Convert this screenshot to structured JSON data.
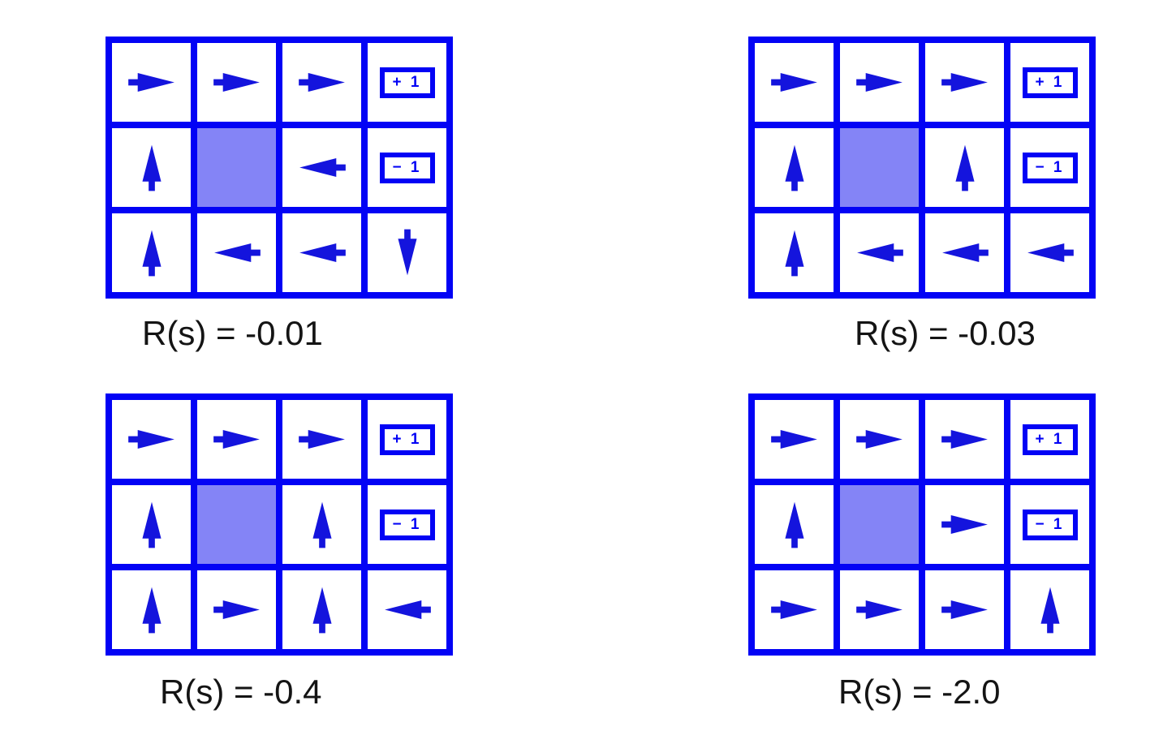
{
  "colors": {
    "grid_blue": "#0303f5",
    "arrow_blue": "#1414dd",
    "wall_fill": "#8484f6",
    "caption_color": "#141414",
    "background": "#ffffff"
  },
  "terminals": {
    "plus_label": "+ 1",
    "minus_label": "− 1"
  },
  "grids": [
    {
      "caption": "R(s) = -0.01",
      "cells": [
        [
          "right",
          "right",
          "right",
          "plus"
        ],
        [
          "up",
          "wall",
          "left",
          "minus"
        ],
        [
          "up",
          "left",
          "left",
          "down"
        ]
      ]
    },
    {
      "caption": "R(s) = -0.03",
      "cells": [
        [
          "right",
          "right",
          "right",
          "plus"
        ],
        [
          "up",
          "wall",
          "up",
          "minus"
        ],
        [
          "up",
          "left",
          "left",
          "left"
        ]
      ]
    },
    {
      "caption": "R(s) = -0.4",
      "cells": [
        [
          "right",
          "right",
          "right",
          "plus"
        ],
        [
          "up",
          "wall",
          "up",
          "minus"
        ],
        [
          "up",
          "right",
          "up",
          "left"
        ]
      ]
    },
    {
      "caption": "R(s) = -2.0",
      "cells": [
        [
          "right",
          "right",
          "right",
          "plus"
        ],
        [
          "up",
          "wall",
          "right",
          "minus"
        ],
        [
          "right",
          "right",
          "right",
          "up"
        ]
      ]
    }
  ]
}
